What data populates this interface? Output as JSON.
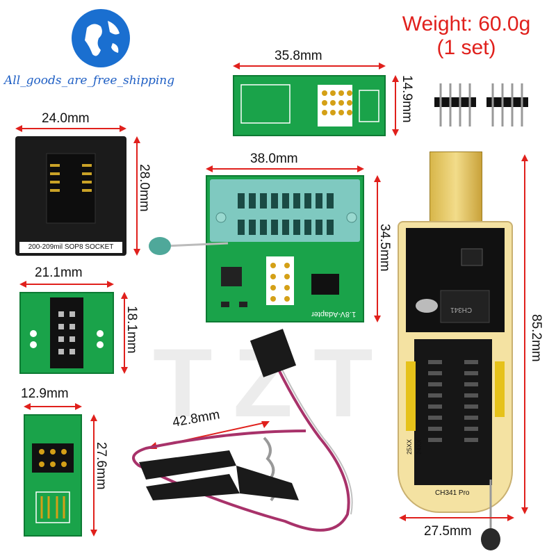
{
  "brand": {
    "shop_name": "All_goods_are_free_shipping",
    "logo_icon": "globe-icon",
    "watermark": "TZT"
  },
  "weight": {
    "line1": "Weight: 60.0g",
    "line2": "(1 set)",
    "color": "#e0201c"
  },
  "dimensions": {
    "sop8_top_width": "35.8mm",
    "sop8_top_height": "14.9mm",
    "socket_width": "24.0mm",
    "socket_height": "28.0mm",
    "adapter_width": "38.0mm",
    "adapter_height": "34.5mm",
    "small_board_width": "21.1mm",
    "small_board_height": "18.1mm",
    "narrow_board_width": "12.9mm",
    "narrow_board_height": "27.6mm",
    "clip_cable_length": "42.8mm",
    "programmer_width": "27.5mm",
    "programmer_height": "85.2mm"
  },
  "board_labels": {
    "socket_label": "200-209mil SOP8 SOCKET",
    "adapter_label": "1.8V-Adapter",
    "programmer_label": "CH341 Pro",
    "chip_marking": "CH341",
    "pin_labels_25": "25XX",
    "pin_labels_24": "24XX"
  }
}
